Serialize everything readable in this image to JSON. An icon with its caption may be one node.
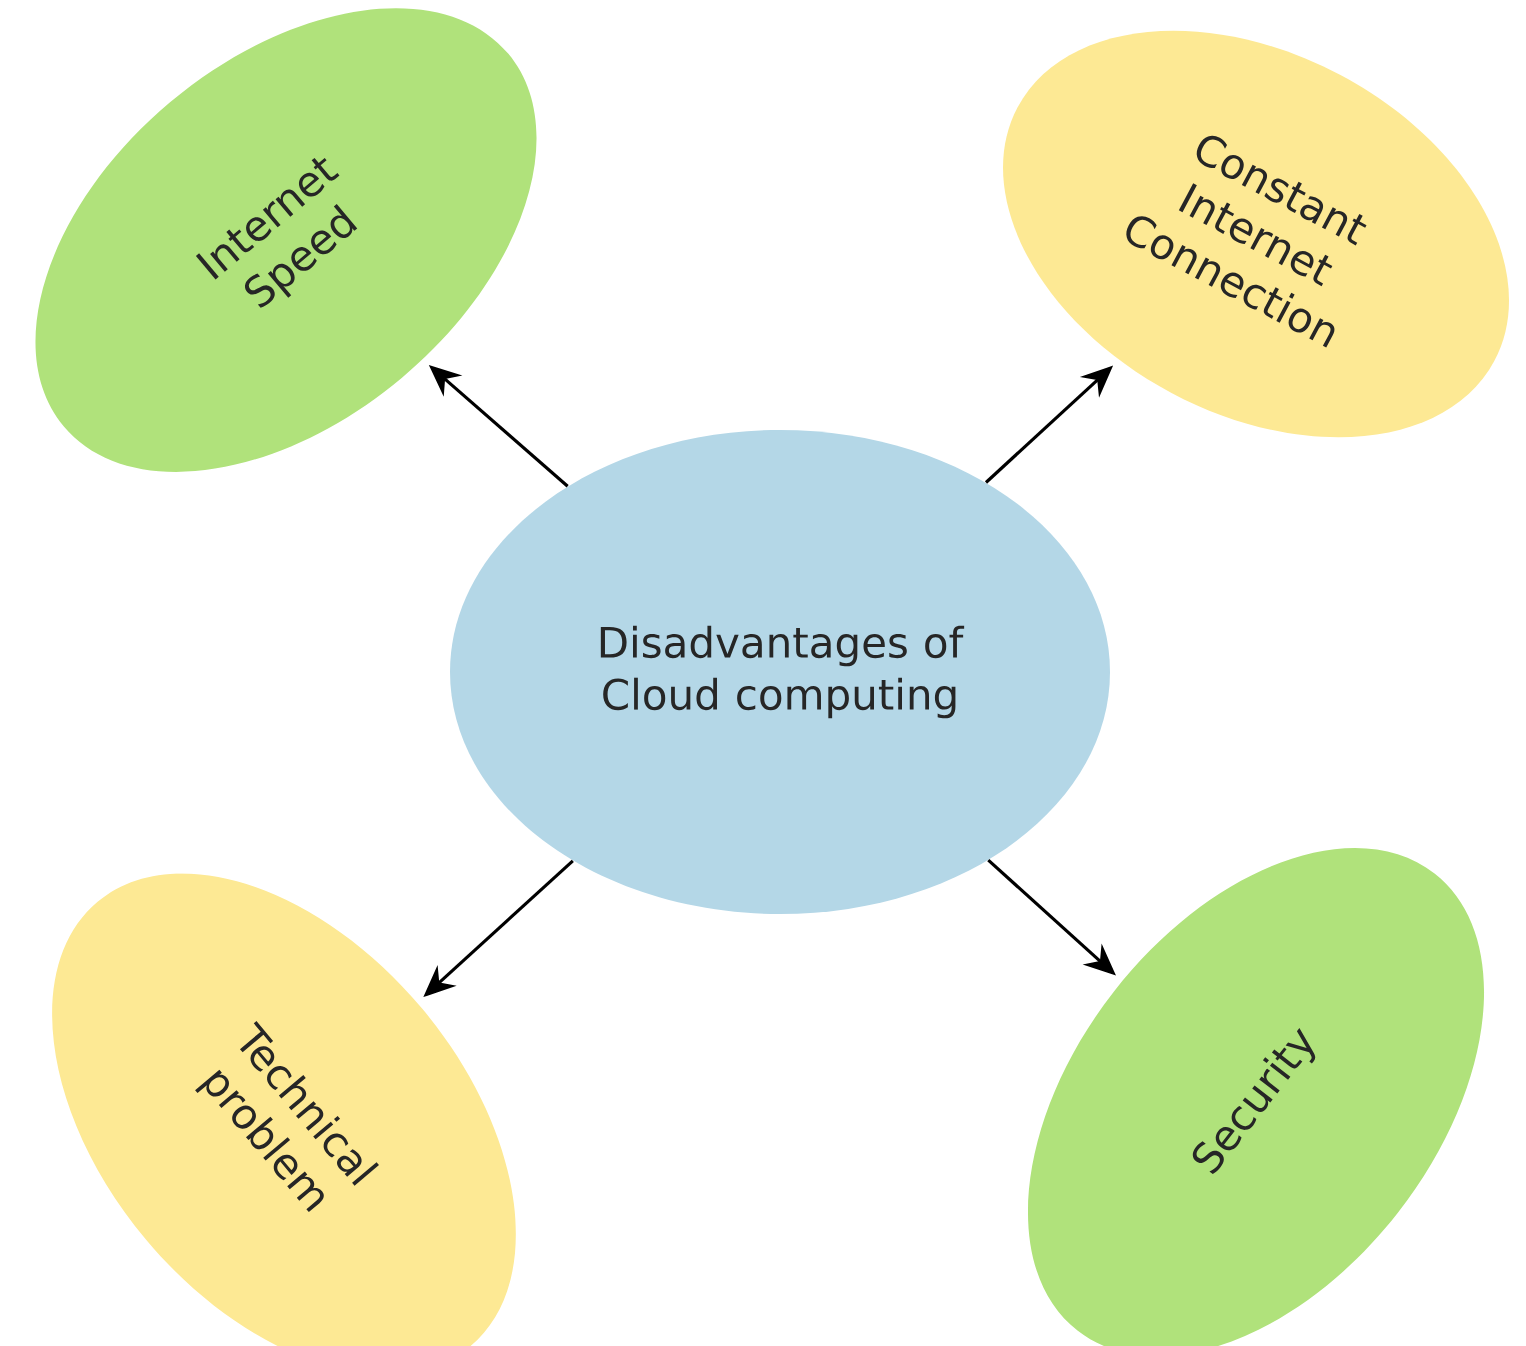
{
  "diagram": {
    "nodes": [
      {
        "text": [
          "Internet Speed"
        ]
      },
      {
        "text": [
          "Constant Internet Connection"
        ]
      },
      {
        "text": [
          "Disadvantages of Cloud computing"
        ]
      },
      {
        "text": [
          "Technical problem"
        ]
      },
      {
        "text": [
          "Security"
        ]
      }
    ],
    "edges": [
      {
        "from": 2,
        "to": 0,
        "arrow": "to"
      },
      {
        "from": 2,
        "to": 1,
        "arrow": "to"
      },
      {
        "from": 2,
        "to": 3,
        "arrow": "to"
      },
      {
        "from": 2,
        "to": 4,
        "arrow": "to"
      }
    ]
  }
}
